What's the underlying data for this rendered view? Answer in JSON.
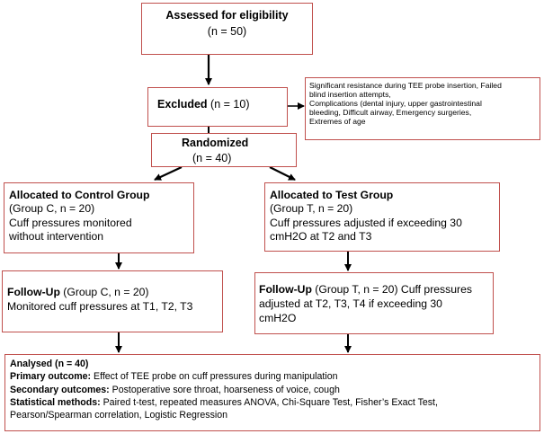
{
  "assessed": {
    "title": "Assessed for eligibility",
    "count": "(n = 50)"
  },
  "excluded": {
    "title": "Excluded",
    "count": " (n = 10)"
  },
  "exclusion_reasons": [
    "Significant resistance during TEE probe insertion, Failed",
    "blind insertion attempts,",
    "Complications (dental injury, upper gastrointestinal",
    "bleeding, Difficult airway, Emergency surgeries,",
    "Extremes of age"
  ],
  "randomized": {
    "title": "Randomized",
    "count": "(n = 40)"
  },
  "control": {
    "title": "Allocated to Control Group",
    "lines": [
      "(Group C, n = 20)",
      "Cuff pressures monitored",
      "without intervention"
    ]
  },
  "test": {
    "title": "Allocated to Test Group",
    "lines": [
      "(Group T, n = 20)",
      "Cuff pressures adjusted if exceeding 30",
      "cmH2O at T2 and T3"
    ]
  },
  "followup_control": {
    "label": "Follow-Up",
    "line1": " (Group C, n = 20)",
    "line2": "Monitored cuff pressures at T1, T2, T3"
  },
  "followup_test": {
    "label": "Follow-Up",
    "line1": " (Group T, n = 20) Cuff pressures",
    "line2": "adjusted at T2, T3, T4 if exceeding 30",
    "line3": "cmH2O"
  },
  "analysed": {
    "title": "Analysed (n = 40)",
    "primary_label": "Primary outcome:",
    "primary": " Effect of TEE probe on cuff pressures during manipulation",
    "secondary_label": "Secondary outcomes:",
    "secondary": " Postoperative sore throat, hoarseness of voice, cough",
    "methods_label": "Statistical methods:",
    "methods": " Paired t-test, repeated measures ANOVA, Chi-Square Test, Fisher’s Exact Test,",
    "methods2": "Pearson/Spearman correlation, Logistic Regression"
  },
  "colors": {
    "border": "#c0504d",
    "arrow": "#000000"
  }
}
